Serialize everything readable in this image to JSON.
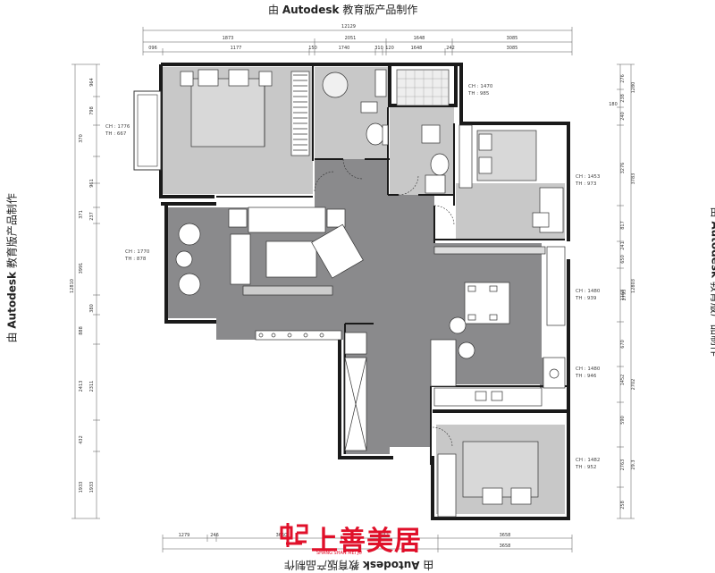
{
  "watermark": {
    "prefix": "由",
    "brand": "Autodesk",
    "suffix": "教育版产品制作"
  },
  "logo": {
    "name": "上善美居",
    "subtitle": "SHANG SHAN MEI JU",
    "color": "#e0102a"
  },
  "dimensions": {
    "top_total": "12129",
    "top_row1": [
      "1873",
      "2051",
      "1648",
      "3085"
    ],
    "top_row2": [
      "096",
      "1177",
      "150",
      "1740",
      "310",
      "120",
      "1648",
      "242",
      "3085"
    ],
    "bottom_row1": [
      "1279",
      "246",
      "3650",
      "742",
      "3658"
    ],
    "bottom_row2": [
      "3658"
    ],
    "left_total": "12810",
    "left_outer": [
      "964",
      "798",
      "370",
      "961",
      "371",
      "237",
      "3991",
      "380",
      "888",
      "2413",
      "2311",
      "432",
      "1933",
      "1933"
    ],
    "right_total": "12803",
    "right_outer": [
      "276",
      "238",
      "1280",
      "180",
      "240",
      "3276",
      "3783",
      "817",
      "241",
      "650",
      "2795",
      "1168",
      "670",
      "1452",
      "2702",
      "590",
      "2763",
      "29.3",
      "258"
    ]
  },
  "rooms": [
    {
      "ch": "CH : 1776",
      "th": "TH : 667"
    },
    {
      "ch": "CH : 1470",
      "th": "TH : 985"
    },
    {
      "ch": "CH : 1453",
      "th": "TH : 973"
    },
    {
      "ch": "CH : 1770",
      "th": "TH : 878"
    },
    {
      "ch": "CH : 1480",
      "th": "TH : 939"
    },
    {
      "ch": "CH : 1480",
      "th": "TH : 946"
    },
    {
      "ch": "CH : 1482",
      "th": "TH : 952"
    }
  ],
  "colors": {
    "floor_dark": "#8a8a8c",
    "floor_light": "#c8c8c8",
    "wall": "#1a1a1a",
    "line": "#555555"
  }
}
